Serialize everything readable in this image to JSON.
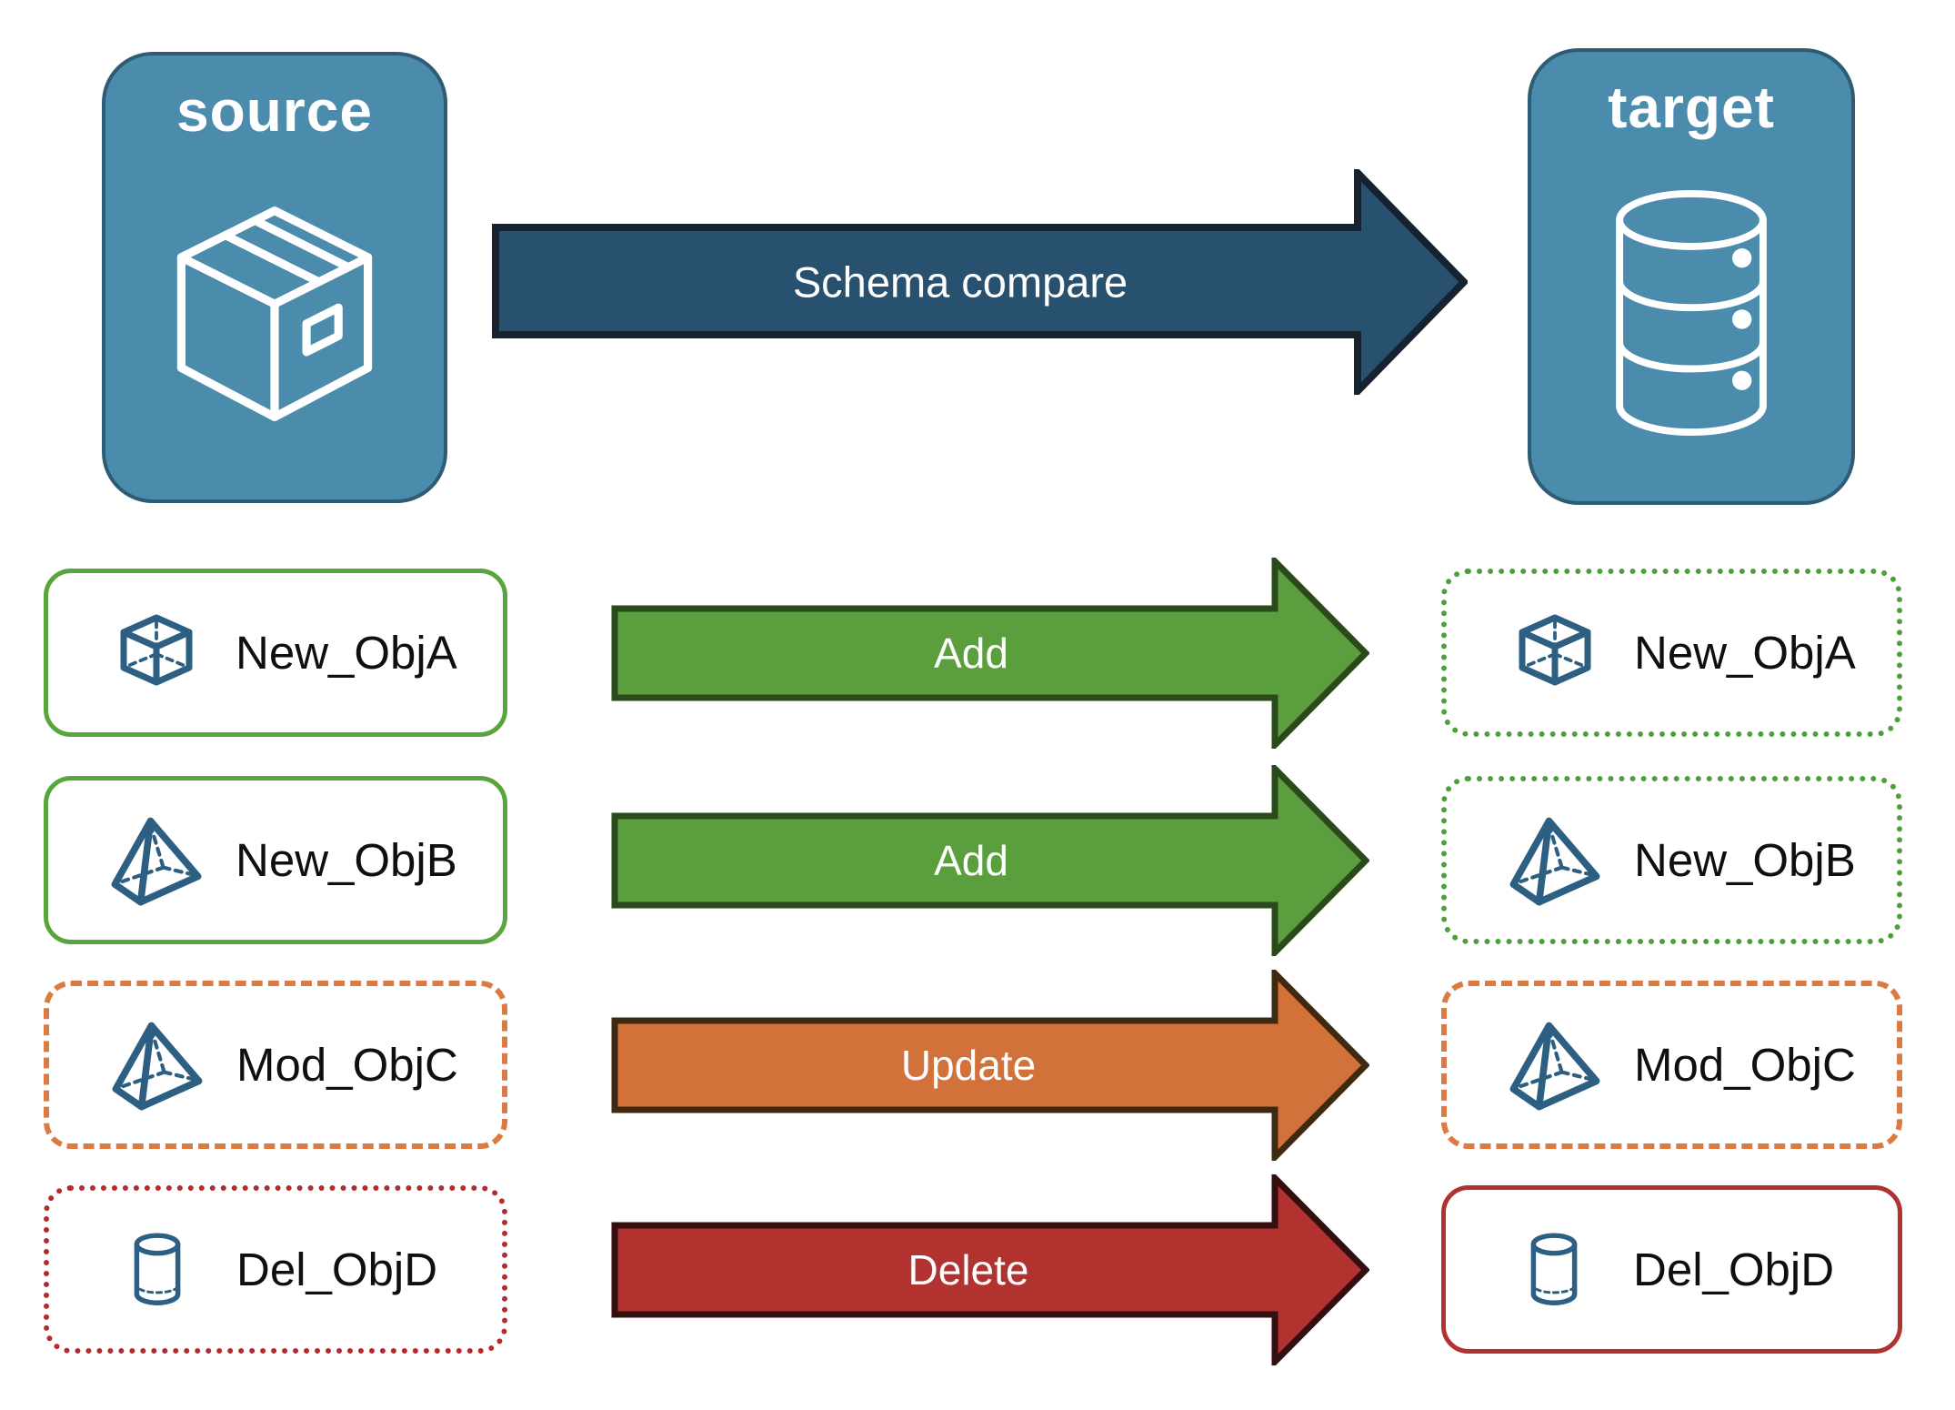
{
  "source_node": {
    "label": "source",
    "icon": "package-icon",
    "fill": "#4B8BAC",
    "border_color": "#2D5C74",
    "label_color": "#FFFFFF"
  },
  "target_node": {
    "label": "target",
    "icon": "database-icon",
    "fill": "#4B8BAC",
    "border_color": "#2D5C74",
    "label_color": "#FFFFFF"
  },
  "schema_arrow": {
    "label": "Schema compare",
    "fill": "#28506F",
    "border_color": "#16222F",
    "text_color": "#FFFFFF"
  },
  "rows": [
    {
      "name": "New_ObjA",
      "action": "Add",
      "icon": "cube-icon",
      "arrow_fill": "#5B9E3D",
      "arrow_border": "#2B4A1B",
      "source_card_border": {
        "style": "solid",
        "color": "#58A53C"
      },
      "target_card_border": {
        "style": "dotted",
        "color": "#4E9E3D"
      }
    },
    {
      "name": "New_ObjB",
      "action": "Add",
      "icon": "pyramid-icon",
      "arrow_fill": "#5B9E3D",
      "arrow_border": "#2B4A1B",
      "source_card_border": {
        "style": "solid",
        "color": "#58A53C"
      },
      "target_card_border": {
        "style": "dotted",
        "color": "#4E9E3D"
      }
    },
    {
      "name": "Mod_ObjC",
      "action": "Update",
      "icon": "pyramid-icon",
      "arrow_fill": "#D2713A",
      "arrow_border": "#3F2911",
      "source_card_border": {
        "style": "dashed",
        "color": "#DB7B42"
      },
      "target_card_border": {
        "style": "dashed",
        "color": "#DB7B42"
      }
    },
    {
      "name": "Del_ObjD",
      "action": "Delete",
      "icon": "cylinder-icon",
      "arrow_fill": "#B23230",
      "arrow_border": "#330F0F",
      "source_card_border": {
        "style": "dotted",
        "color": "#B52A2A"
      },
      "target_card_border": {
        "style": "solid",
        "color": "#B23230"
      }
    }
  ],
  "object_icon_color": "#2D5F82",
  "object_label_color": "#0F0F0F"
}
